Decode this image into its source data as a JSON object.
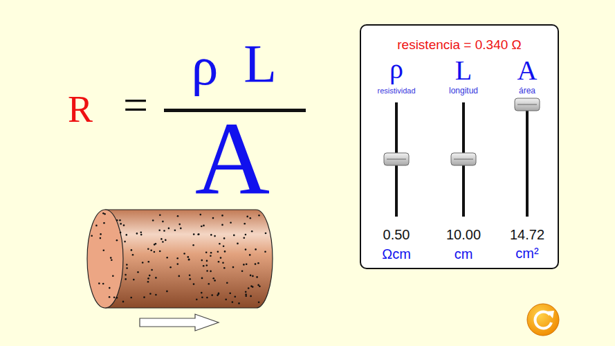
{
  "diagram": {
    "nodes": [
      {
        "text": [
          "resistencia = 0.340 Ω"
        ]
      }
    ],
    "labels": [
      "R",
      "=",
      "ρ",
      "L",
      "A",
      "ρ",
      "L",
      "A",
      "resistividad",
      "longitud",
      "área",
      "0.50",
      "10.00",
      "14.72",
      "Ωcm",
      "cm",
      "cm²"
    ]
  }
}
